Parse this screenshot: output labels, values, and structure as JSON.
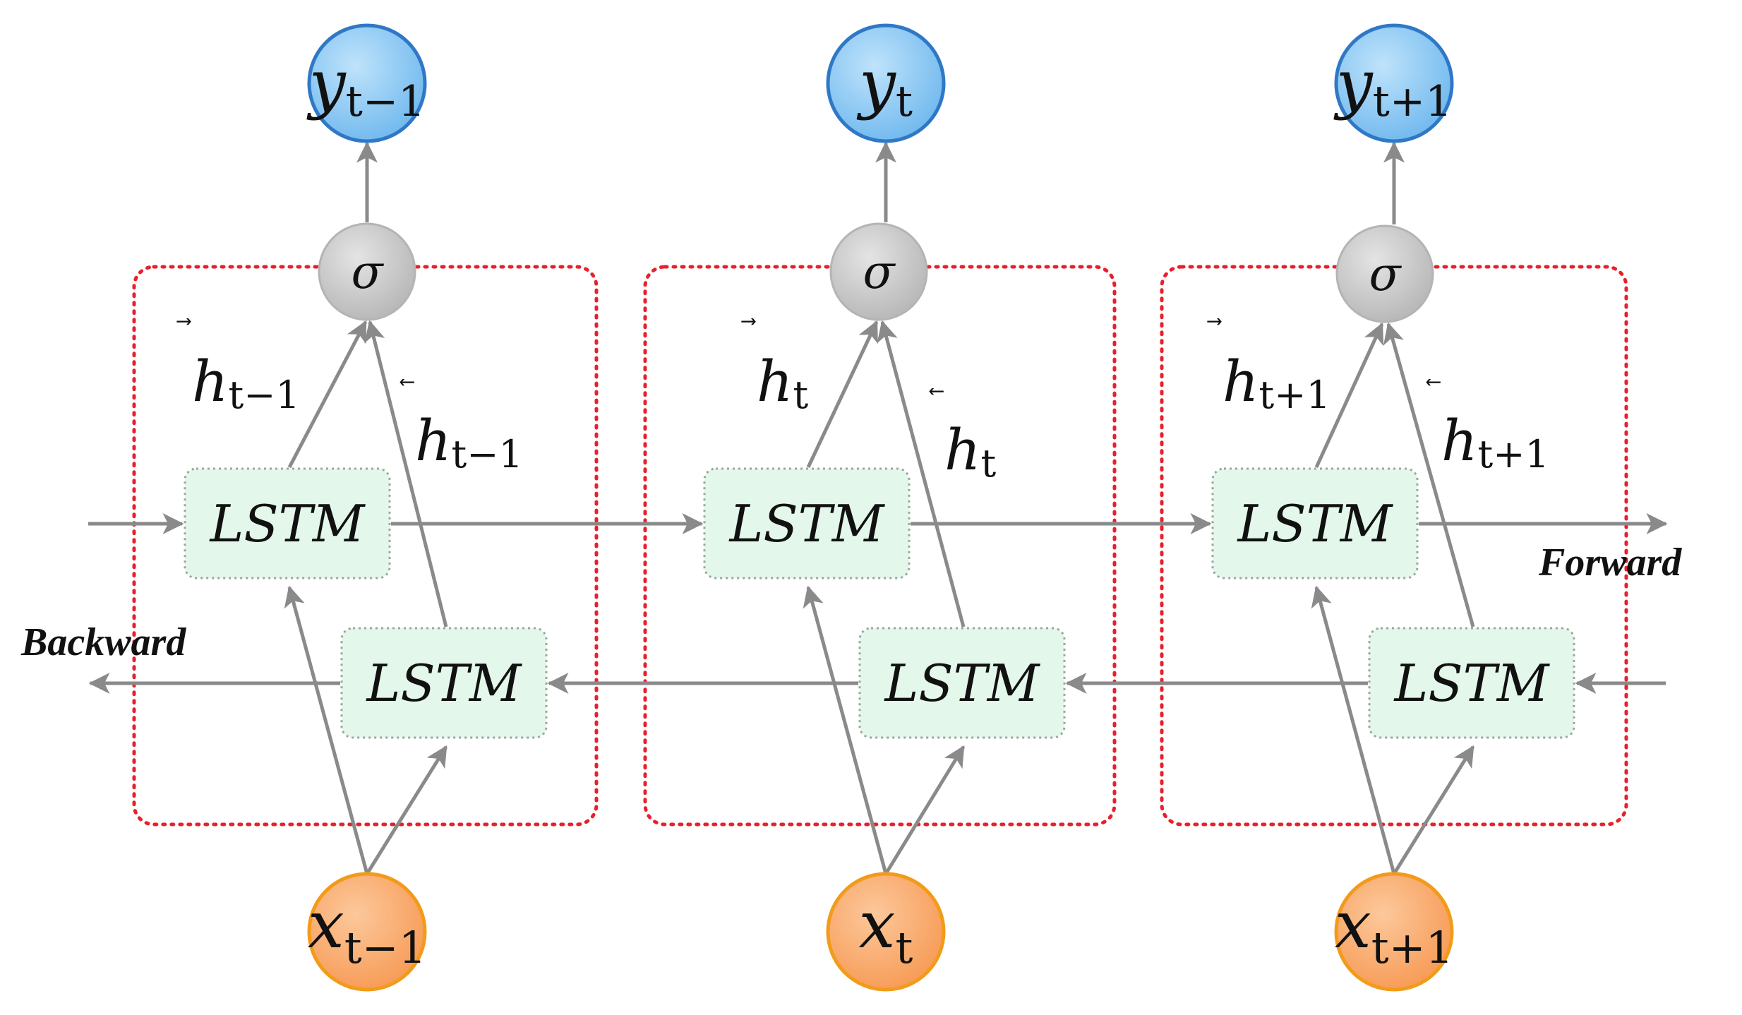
{
  "palette": {
    "output_fill": "#8ecbf4",
    "output_stroke": "#2f78c6",
    "input_fill": "#f9a569",
    "input_stroke": "#f29b1a",
    "sigma_fill": "#c4c4c4",
    "sigma_stroke": "#b4b4b4",
    "lstm_fill": "#e3f8ea",
    "lstm_stroke": "#9aa69e",
    "cell_border": "#e8202b",
    "arrow": "#8a8a8a",
    "text": "#111111"
  },
  "labels": {
    "lstm": "LSTM",
    "sigma": "σ",
    "forward": "Forward",
    "backward": "Backward",
    "forward_arrow_mark": "⃗",
    "backward_arrow_mark": "⃖"
  },
  "timesteps": [
    {
      "output": {
        "var": "y",
        "sub": "t−1"
      },
      "input": {
        "var": "x",
        "sub": "t−1"
      },
      "h_forward": {
        "var": "h",
        "sub": "t−1"
      },
      "h_backward": {
        "var": "h",
        "sub": "t−1"
      }
    },
    {
      "output": {
        "var": "y",
        "sub": "t"
      },
      "input": {
        "var": "x",
        "sub": "t"
      },
      "h_forward": {
        "var": "h",
        "sub": "t"
      },
      "h_backward": {
        "var": "h",
        "sub": "t"
      }
    },
    {
      "output": {
        "var": "y",
        "sub": "t+1"
      },
      "input": {
        "var": "x",
        "sub": "t+1"
      },
      "h_forward": {
        "var": "h",
        "sub": "t+1"
      },
      "h_backward": {
        "var": "h",
        "sub": "t+1"
      }
    }
  ]
}
